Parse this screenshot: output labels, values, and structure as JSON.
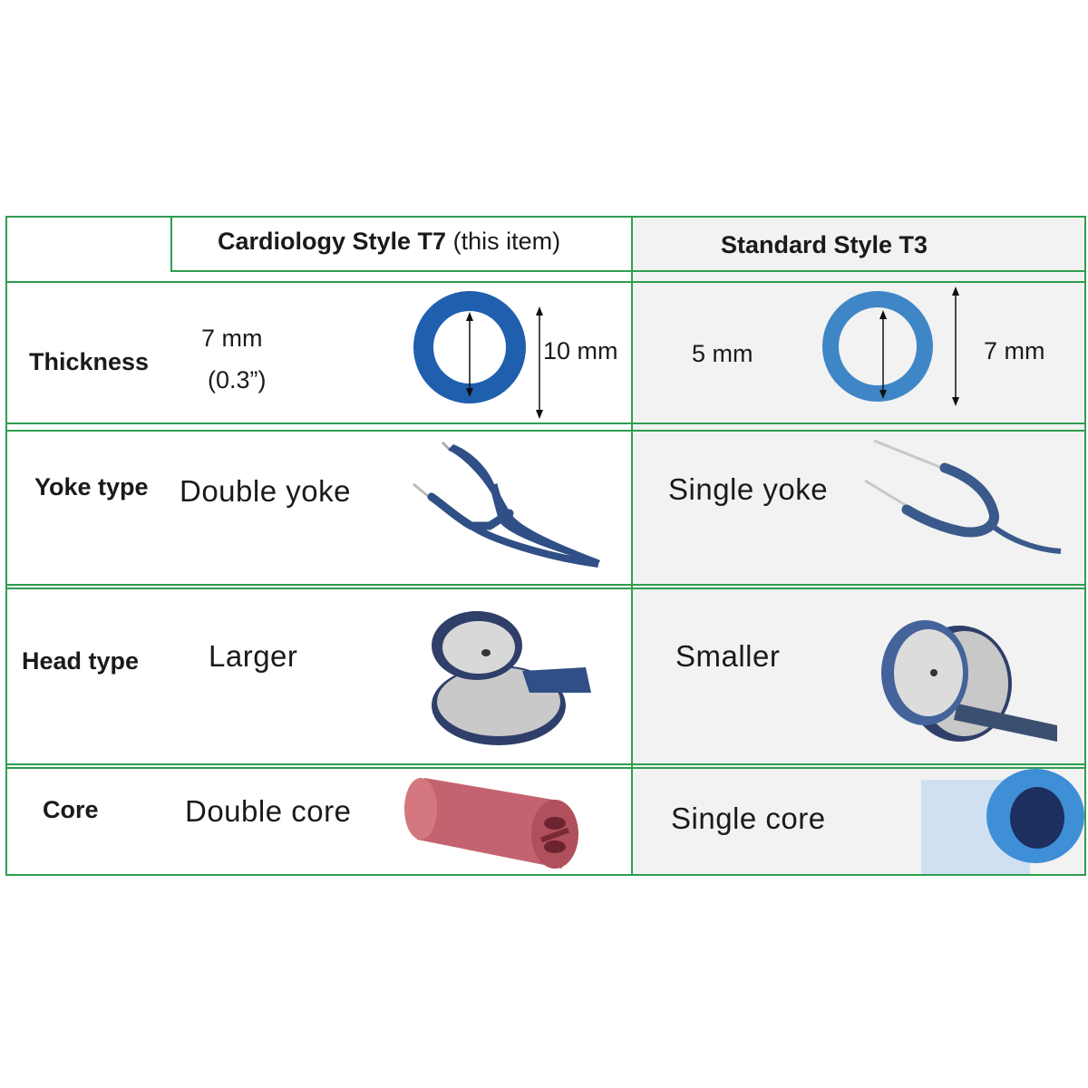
{
  "header": {
    "t7_title_bold": "Cardiology Style T7",
    "t7_title_suffix": "(this item)",
    "t3_title": "Standard Style T3"
  },
  "rows": {
    "thickness": {
      "label": "Thickness",
      "t7_inner": "7 mm",
      "t7_inner_inch": "(0.3”)",
      "t7_outer": "10 mm",
      "t3_inner": "5 mm",
      "t3_outer": "7 mm"
    },
    "yoke": {
      "label": "Yoke type",
      "t7_value": "Double yoke",
      "t3_value": "Single yoke"
    },
    "head": {
      "label": "Head type",
      "t7_value": "Larger",
      "t3_value": "Smaller"
    },
    "core": {
      "label": "Core",
      "t7_value": "Double core",
      "t3_value": "Single core"
    }
  },
  "colors": {
    "grid": "#2e9e4f",
    "tube_blue_t7": "#1f5fae",
    "tube_blue_t3": "#3f86c6",
    "yoke_navy": "#2f4f86",
    "core_red": "#c4636f"
  },
  "icons": {
    "t7_ring": "tube-cross-section-icon",
    "t3_ring": "tube-cross-section-icon",
    "t7_yoke": "double-yoke-image",
    "t3_yoke": "single-yoke-image",
    "t7_head": "large-chestpiece-image",
    "t3_head": "small-chestpiece-image",
    "t7_core": "double-core-tube-image",
    "t3_core": "single-core-tube-image"
  }
}
